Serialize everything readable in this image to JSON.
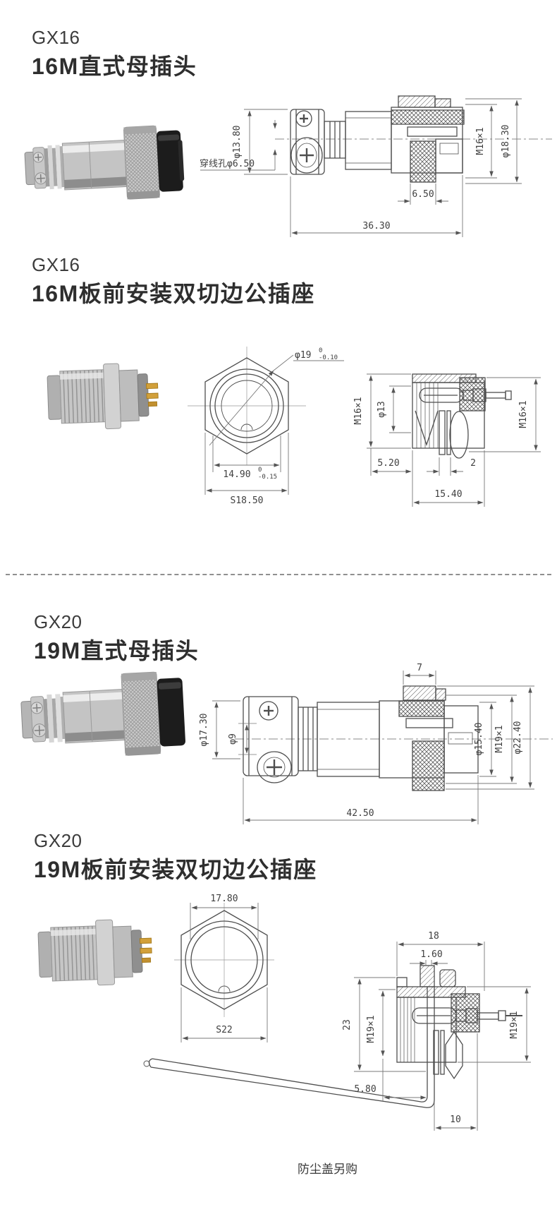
{
  "page": {
    "background": "#ffffff",
    "line_color": "#4e4e4e",
    "dim_color": "#787878"
  },
  "sections": [
    {
      "series": "GX16",
      "title": "16M直式母插头",
      "side_view": {
        "dia_front": "φ13.80",
        "wire_hole": "穿线孔φ6.50",
        "thread": "M16×1",
        "dia_outer": "φ18.30",
        "nut_width": "6.50",
        "total_length": "36.30"
      }
    },
    {
      "series": "GX16",
      "title": "16M板前安装双切边公插座",
      "front_view": {
        "dia": "φ19",
        "dia_tol_hi": "0",
        "dia_tol_lo": "-0.10",
        "flat_width": "14.90",
        "flat_tol_hi": "0",
        "flat_tol_lo": "-0.15",
        "hex_size": "S18.50"
      },
      "side_view": {
        "thread_front": "M16×1",
        "dia_inner": "φ13",
        "thread_rear": "M16×1",
        "rear_length": "5.20",
        "washer": "2",
        "body_length": "15.40"
      }
    },
    {
      "series": "GX20",
      "title": "19M直式母插头",
      "side_view": {
        "key_width": "7",
        "dia_front": "φ17.30",
        "wire_hole_dia": "φ9",
        "dia_mid": "φ15.40",
        "thread": "M19×1",
        "dia_outer": "φ22.40",
        "total_length": "42.50"
      }
    },
    {
      "series": "GX20",
      "title": "19M板前安装双切边公插座",
      "front_view": {
        "flat_width": "17.80",
        "hex_size": "S22"
      },
      "side_view": {
        "flange_width": "18",
        "slot_width": "1.60",
        "height": "23",
        "thread_front": "M19×1",
        "thread_rear": "M19×1",
        "rear_length": "5.80",
        "tail_length": "10"
      },
      "note": "防尘盖另购"
    }
  ]
}
